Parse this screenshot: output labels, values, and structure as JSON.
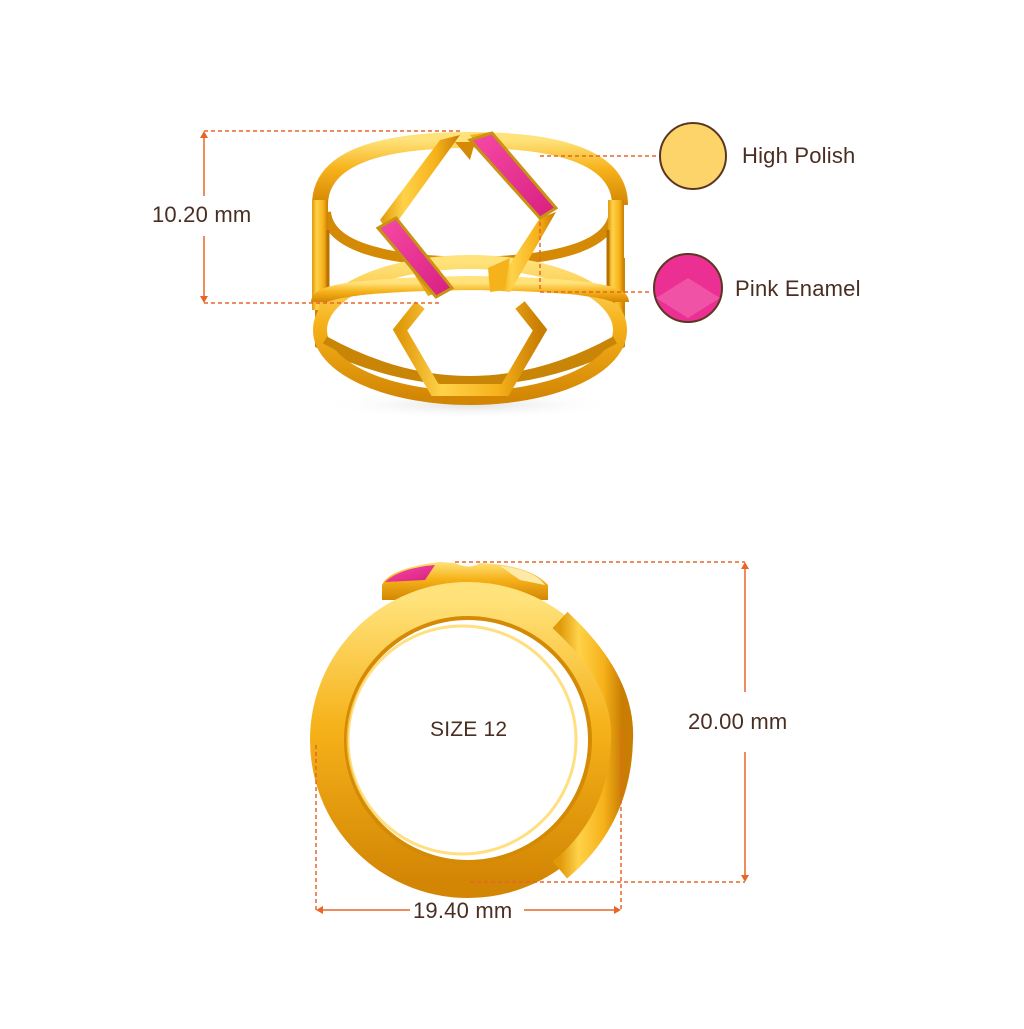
{
  "dimensions": {
    "height_top": "10.20 mm",
    "height_front": "20.00 mm",
    "width_front": "19.40 mm"
  },
  "size_label": "SIZE 12",
  "finishes": [
    {
      "label": "High Polish",
      "color": "#fcd46a"
    },
    {
      "label": "Pink Enamel",
      "color": "#ec2f92"
    }
  ],
  "colors": {
    "gold": "#f6b21a",
    "gold_dark": "#d48a05",
    "gold_light": "#ffd860",
    "enamel": "#ec2f92",
    "dimension_line": "#e8652a",
    "text": "#4a2e22"
  }
}
